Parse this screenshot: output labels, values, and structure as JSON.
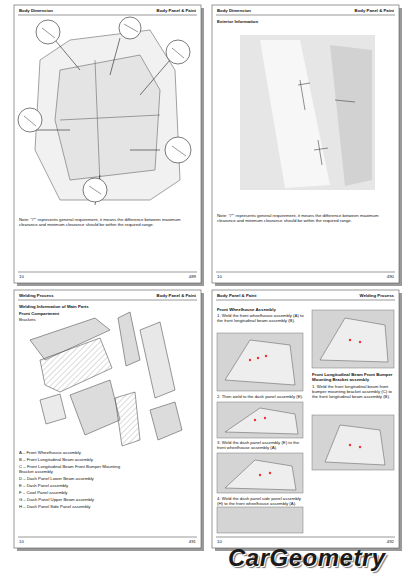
{
  "diagram": {
    "nodes": [
      {
        "text": [
          "Body Dimension",
          "Body Panel & Paint",
          "Note: \"/*\" represents general requirement, it means the difference between maximum clearance and minimum clearance should be within the required range.",
          "10",
          "489"
        ]
      },
      {
        "text": [
          "Body Dimension",
          "Body Panel & Paint",
          "Exterior Information",
          "Note: \"/*\" represents general requirement, it means the difference between maximum clearance and minimum clearance should be within the required range.",
          "10",
          "490"
        ]
      },
      {
        "text": [
          "Welding Process",
          "Body Panel & Paint",
          "Welding Information of Main Parts",
          "Front Compartment",
          "Brackets",
          "A – Front Wheelhouse assembly",
          "B – Front Longitudinal Beam assembly",
          "C – Front Longitudinal Beam Front Bumper Mounting Bracket assembly",
          "D – Dash Panel Lower Beam assembly",
          "E – Dash Panel assembly",
          "F – Cowl Panel assembly",
          "G – Dash Panel Upper Beam assembly",
          "H – Dash Panel Side Panel assembly",
          "10",
          "491"
        ]
      },
      {
        "text": [
          "Body Panel & Paint",
          "Welding Process",
          "Front Wheelhouse Assembly",
          "1. Weld the front wheelhouse assembly (A) to the front longitudinal beam assembly (B).",
          "2. Then weld to the dash panel assembly (E).",
          "3. Weld the dash panel assembly (E) to the front wheelhouse assembly (A).",
          "4. Weld the dash panel side panel assembly (H) to the front wheelhouse assembly (A).",
          "Front Longitudinal Beam Front Bumper Mounting Bracket assembly",
          "1. Weld the front longitudinal beam front bumper mounting bracket assembly (C) to the front longitudinal beam assembly (B).",
          "10",
          "492"
        ]
      }
    ],
    "labels": [
      "CarGeometry"
    ]
  }
}
